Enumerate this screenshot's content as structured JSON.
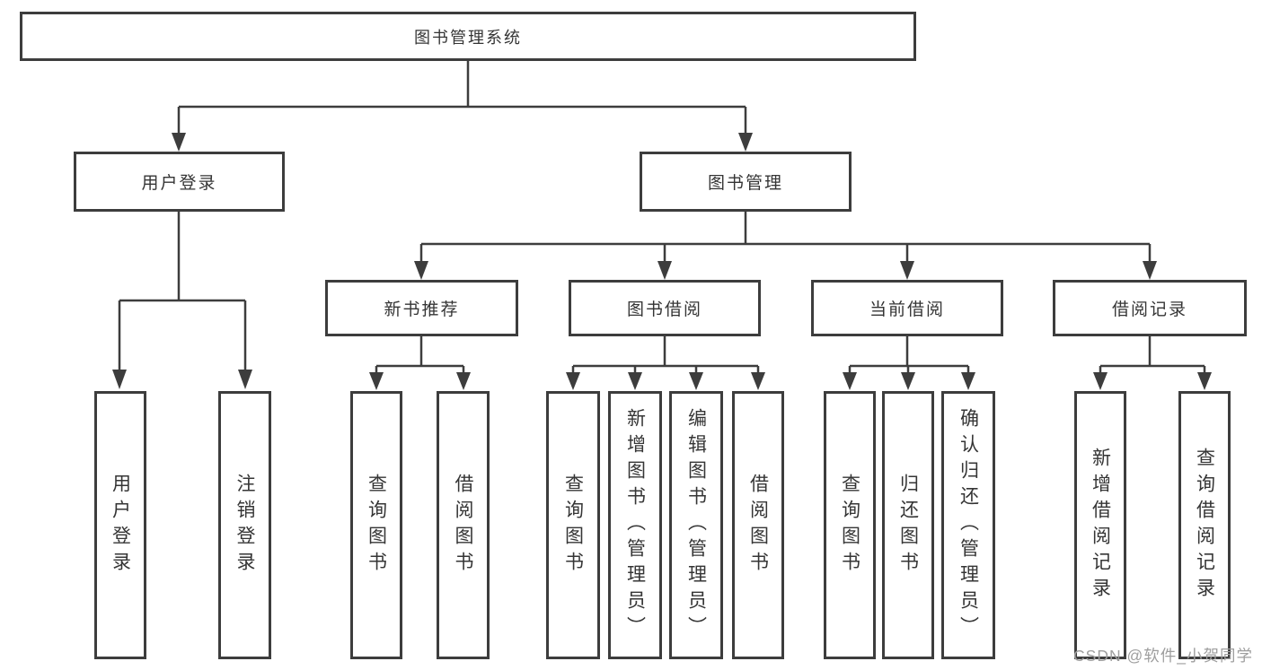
{
  "colors": {
    "line": "#3d3d3d",
    "box_border": "#3d3d3d",
    "text": "#353535",
    "watermark": "#9e9e9e",
    "background": "#ffffff"
  },
  "watermark": "CSDN @软件_小贺同学",
  "tree": {
    "root": {
      "label": "图书管理系统"
    },
    "branches": [
      {
        "label": "用户登录",
        "children": [
          {
            "label": "用户登录"
          },
          {
            "label": "注销登录"
          }
        ]
      },
      {
        "label": "图书管理",
        "sections": [
          {
            "label": "新书推荐",
            "children": [
              {
                "label": "查询图书"
              },
              {
                "label": "借阅图书"
              }
            ]
          },
          {
            "label": "图书借阅",
            "children": [
              {
                "label": "查询图书"
              },
              {
                "label": "新增图书（管理员）"
              },
              {
                "label": "编辑图书（管理员）"
              },
              {
                "label": "借阅图书"
              }
            ]
          },
          {
            "label": "当前借阅",
            "children": [
              {
                "label": "查询图书"
              },
              {
                "label": "归还图书"
              },
              {
                "label": "确认归还（管理员）"
              }
            ]
          },
          {
            "label": "借阅记录",
            "children": [
              {
                "label": "新增借阅记录"
              },
              {
                "label": "查询借阅记录"
              }
            ]
          }
        ]
      }
    ]
  }
}
